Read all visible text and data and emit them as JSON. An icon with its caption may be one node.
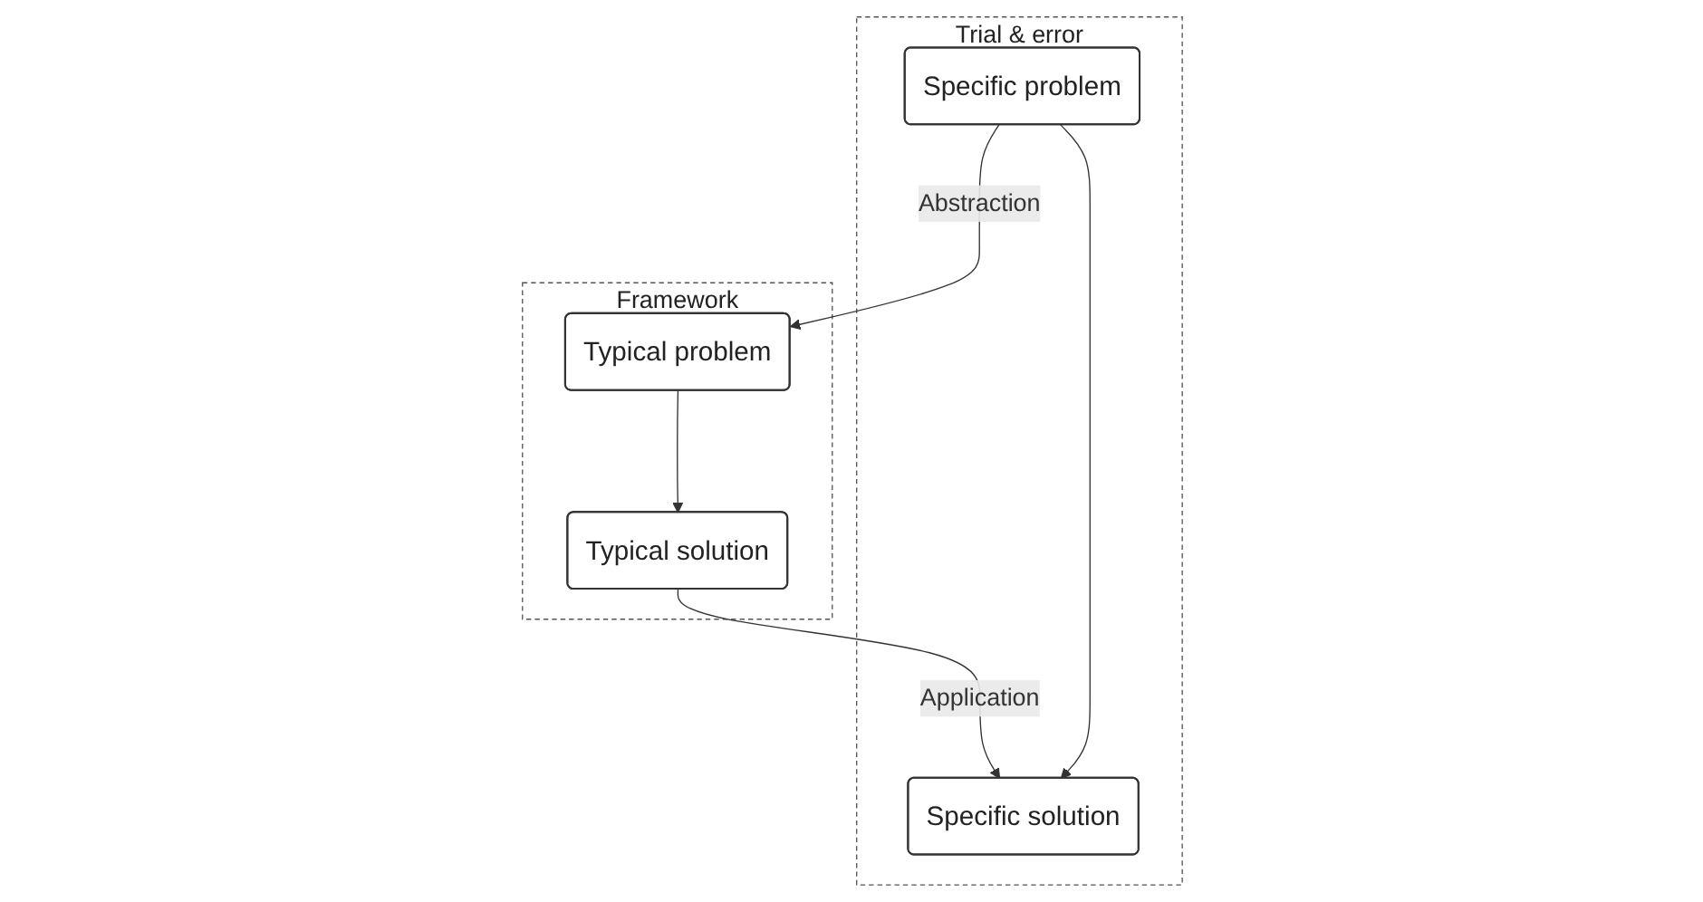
{
  "diagram": {
    "nodes": [
      {
        "text": [
          "Framework"
        ]
      },
      {
        "text": [
          "Typical problem"
        ],
        "in": 0
      },
      {
        "text": [
          "Typical solution"
        ],
        "in": 0
      },
      {
        "text": [
          "Trial & error"
        ]
      },
      {
        "text": [
          "Specific problem"
        ],
        "in": 3
      },
      {
        "text": [
          "Specific solution"
        ],
        "in": 3
      }
    ],
    "edges": [
      {
        "from": 1,
        "to": 2,
        "arrow": "to"
      },
      {
        "from": 4,
        "to": 1,
        "arrow": "to",
        "label": "Abstraction"
      },
      {
        "from": 2,
        "to": 5,
        "arrow": "to",
        "label": "Application"
      },
      {
        "from": 4,
        "to": 5,
        "arrow": "to"
      }
    ]
  }
}
